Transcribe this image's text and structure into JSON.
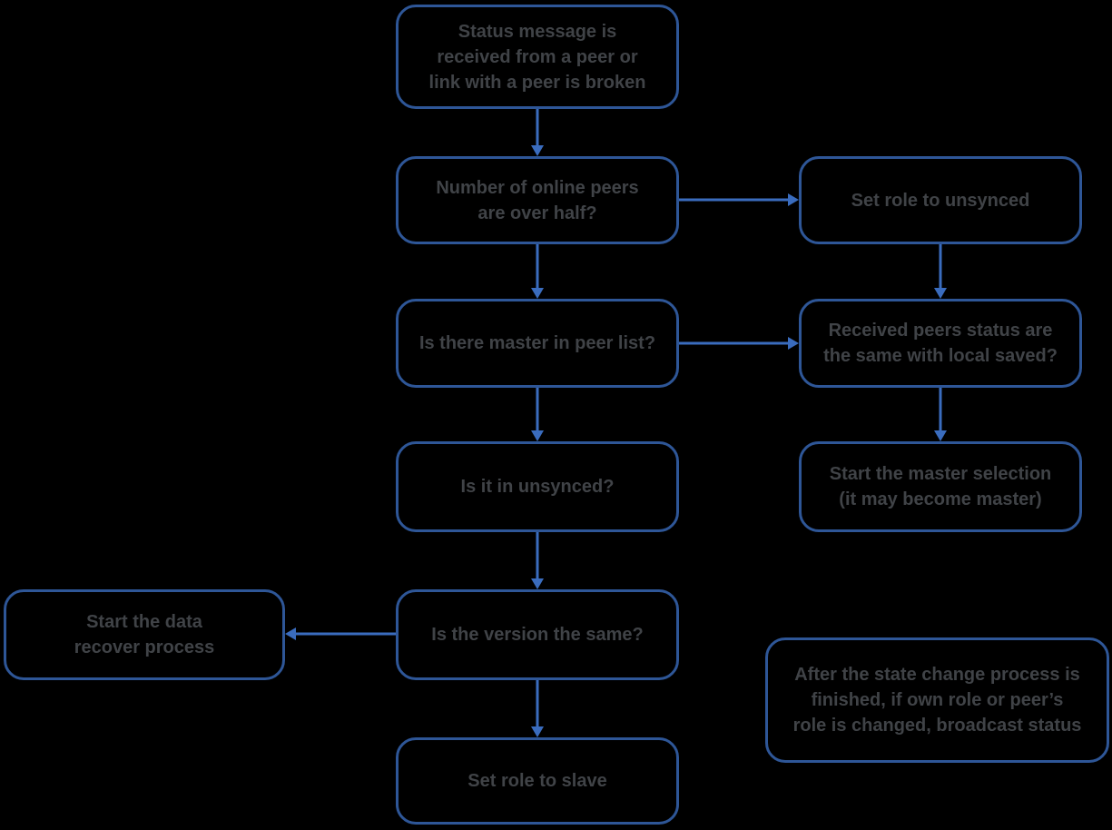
{
  "diagram": {
    "colors": {
      "background_color": "#000000",
      "box_border_color": "#2e5697",
      "arrow_color": "#3a6cbe",
      "text_color": "#404347"
    },
    "nodes": {
      "status_received": {
        "text": "Status message is\nreceived from a peer or\nlink with a peer is broken"
      },
      "peers_over_half": {
        "text": "Number of online peers\nare over half?"
      },
      "set_role_unsynced": {
        "text": "Set role to unsynced"
      },
      "master_in_peer_list": {
        "text": "Is there master in peer list?"
      },
      "peers_status_same": {
        "text": "Received peers status are\nthe same with local saved?"
      },
      "is_in_unsynced": {
        "text": "Is it in unsynced?"
      },
      "start_master_selection": {
        "text": "Start the master selection\n(it may become master)"
      },
      "version_same": {
        "text": "Is the version the same?"
      },
      "start_data_recover": {
        "text": "Start the data\nrecover process"
      },
      "set_role_slave": {
        "text": "Set role to slave"
      },
      "broadcast_note": {
        "text": "After the state change process is\nfinished, if own role or peer’s\nrole is changed, broadcast status"
      }
    },
    "edges": [
      {
        "from": "status_received",
        "to": "peers_over_half",
        "direction": "down"
      },
      {
        "from": "peers_over_half",
        "to": "set_role_unsynced",
        "direction": "right"
      },
      {
        "from": "peers_over_half",
        "to": "master_in_peer_list",
        "direction": "down"
      },
      {
        "from": "set_role_unsynced",
        "to": "peers_status_same",
        "direction": "down"
      },
      {
        "from": "master_in_peer_list",
        "to": "peers_status_same",
        "direction": "right"
      },
      {
        "from": "master_in_peer_list",
        "to": "is_in_unsynced",
        "direction": "down"
      },
      {
        "from": "peers_status_same",
        "to": "start_master_selection",
        "direction": "down"
      },
      {
        "from": "is_in_unsynced",
        "to": "version_same",
        "direction": "down"
      },
      {
        "from": "version_same",
        "to": "start_data_recover",
        "direction": "left"
      },
      {
        "from": "version_same",
        "to": "set_role_slave",
        "direction": "down"
      }
    ]
  }
}
